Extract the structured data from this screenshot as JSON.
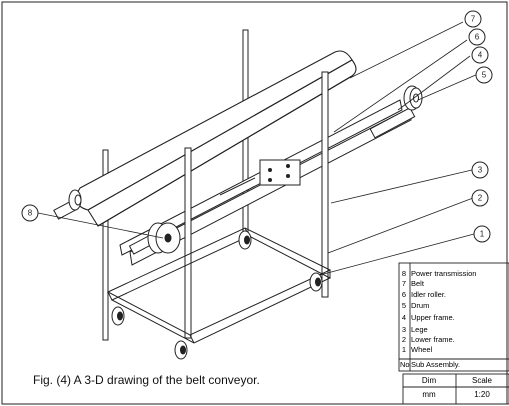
{
  "caption": "Fig. (4) A 3-D drawing of the belt conveyor.",
  "callouts": [
    "7",
    "6",
    "4",
    "5",
    "3",
    "2",
    "1",
    "8"
  ],
  "parts_list": {
    "rows": [
      {
        "no": "8",
        "name": "Power transmission"
      },
      {
        "no": "7",
        "name": "Belt"
      },
      {
        "no": "6",
        "name": "Idler roller."
      },
      {
        "no": "5",
        "name": "Drum"
      },
      {
        "no": "4",
        "name": "Upper frame."
      },
      {
        "no": "3",
        "name": "Lege"
      },
      {
        "no": "2",
        "name": "Lower frame."
      },
      {
        "no": "1",
        "name": "Wheel"
      }
    ],
    "header_no": "No",
    "header_name": "Sub Assembly."
  },
  "dims_table": {
    "dim_label": "Dim",
    "scale_label": "Scale",
    "dim_value": "mm",
    "scale_value": "1:20"
  }
}
